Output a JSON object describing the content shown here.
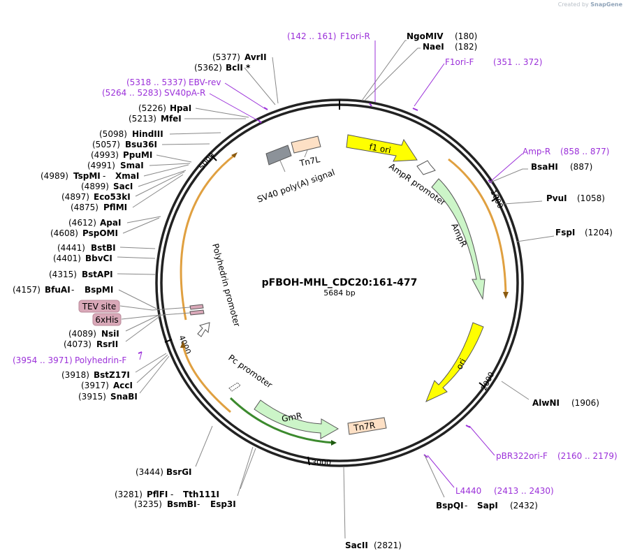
{
  "credit": {
    "prefix": "Created by",
    "brand": "SnapGene"
  },
  "plasmid": {
    "name": "pFBOH-MHL_CDC20:161-477",
    "length_label": "5684 bp"
  },
  "ticks": [
    "1000",
    "2000",
    "3000",
    "4000",
    "5000"
  ],
  "features": {
    "f1ori": "f1 ori",
    "ampr_promoter": "AmpR promoter",
    "ampr": "AmpR",
    "ori": "ori",
    "tn7r": "Tn7R",
    "gmr": "GmR",
    "pc_promoter": "Pc promoter",
    "polyhedrin_promoter": "Polyhedrin promoter",
    "sv40": "SV40 poly(A) signal",
    "tn7l": "Tn7L",
    "tev": "TEV site",
    "his": "6xHis"
  },
  "colors": {
    "f1ori": "#ffff00",
    "ampr": "#ccf5c8",
    "ori": "#ffff00",
    "tn7": "#fde0c5",
    "gmr": "#ccf5c8",
    "primer": "#9b30d9",
    "orf": "#e0a040",
    "orf_green": "#3c8a2e",
    "tag": "#d9a8b8",
    "sv40": "#8c9299"
  },
  "sites": [
    {
      "name": "NgoMIV",
      "pos": "(180)"
    },
    {
      "name": "NaeI",
      "pos": "(182)"
    },
    {
      "name": "BsaHI",
      "pos": "(887)"
    },
    {
      "name": "PvuI",
      "pos": "(1058)"
    },
    {
      "name": "FspI",
      "pos": "(1204)"
    },
    {
      "name": "AlwNI",
      "pos": "(1906)"
    },
    {
      "name": "BspQI",
      "sep": " - ",
      "name2": "SapI",
      "pos": "(2432)"
    },
    {
      "name": "SacII",
      "pos": "(2821)"
    },
    {
      "name": "BsmBI",
      "sep": " - ",
      "name2": "Esp3I",
      "pos": "(3235)"
    },
    {
      "name": "PflFI",
      "sep": " - ",
      "name2": "Tth111I",
      "pos": "(3281)"
    },
    {
      "name": "BsrGI",
      "pos": "(3444)"
    },
    {
      "name": "SnaBI",
      "pos": "(3915)"
    },
    {
      "name": "AccI",
      "pos": "(3917)"
    },
    {
      "name": "BstZ17I",
      "pos": "(3918)"
    },
    {
      "name": "RsrII",
      "pos": "(4073)"
    },
    {
      "name": "NsiI",
      "pos": "(4089)"
    },
    {
      "name": "BfuAI",
      "sep": " - ",
      "name2": "BspMI",
      "pos": "(4157)"
    },
    {
      "name": "BstAPI",
      "pos": "(4315)"
    },
    {
      "name": "BbvCI",
      "pos": "(4401)"
    },
    {
      "name": "BstBI",
      "pos": "(4441)"
    },
    {
      "name": "PspOMI",
      "pos": "(4608)"
    },
    {
      "name": "ApaI",
      "pos": "(4612)"
    },
    {
      "name": "PflMI",
      "pos": "(4875)"
    },
    {
      "name": "Eco53kI",
      "pos": "(4897)"
    },
    {
      "name": "SacI",
      "pos": "(4899)"
    },
    {
      "name": "TspMI",
      "sep": " - ",
      "name2": "XmaI",
      "pos": "(4989)"
    },
    {
      "name": "SmaI",
      "pos": "(4991)"
    },
    {
      "name": "PpuMI",
      "pos": "(4993)"
    },
    {
      "name": "Bsu36I",
      "pos": "(5057)"
    },
    {
      "name": "HindIII",
      "pos": "(5098)"
    },
    {
      "name": "MfeI",
      "pos": "(5213)"
    },
    {
      "name": "HpaI",
      "pos": "(5226)"
    },
    {
      "name": "BclI *",
      "pos": "(5362)"
    },
    {
      "name": "AvrII",
      "pos": "(5377)"
    }
  ],
  "primers": [
    {
      "name": "F1ori-R",
      "range": "(142 .. 161)"
    },
    {
      "name": "F1ori-F",
      "range": "(351 .. 372)"
    },
    {
      "name": "Amp-R",
      "range": "(858 .. 877)"
    },
    {
      "name": "pBR322ori-F",
      "range": "(2160 .. 2179)"
    },
    {
      "name": "L4440",
      "range": "(2413 .. 2430)"
    },
    {
      "name": "Polyhedrin-F",
      "range": "(3954 .. 3971)"
    },
    {
      "name": "SV40pA-R",
      "range": "(5264 .. 5283)"
    },
    {
      "name": "EBV-rev",
      "range": "(5318 .. 5337)"
    }
  ]
}
